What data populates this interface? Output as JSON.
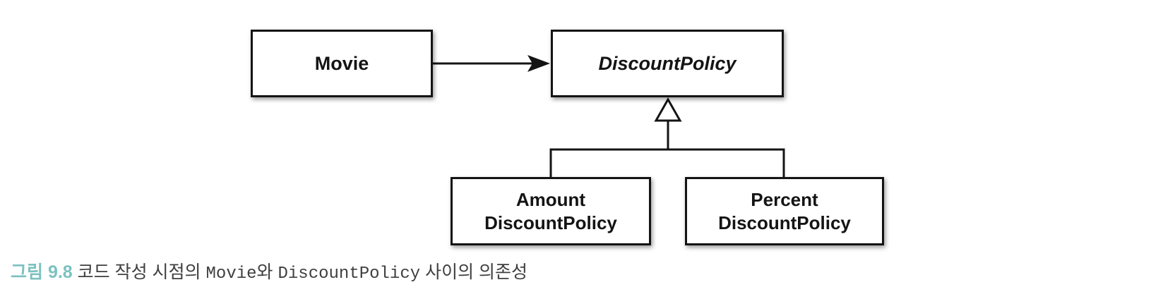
{
  "figure": {
    "background_color": "#ffffff",
    "line_color": "#141414",
    "accent_color": "#7cc1c0"
  },
  "diagram": {
    "type": "uml-class-diagram",
    "nodes": {
      "movie": {
        "label": "Movie"
      },
      "discount_policy": {
        "label": "DiscountPolicy"
      },
      "amount_discount_policy": {
        "line1": "Amount",
        "line2": "DiscountPolicy"
      },
      "percent_discount_policy": {
        "line1": "Percent",
        "line2": "DiscountPolicy"
      }
    },
    "edges": {
      "association": "Movie -> DiscountPolicy",
      "generalization_left": "AmountDiscountPolicy -> DiscountPolicy",
      "generalization_right": "PercentDiscountPolicy -> DiscountPolicy"
    }
  },
  "caption": {
    "figure_label": "그림 9.8",
    "part1": "코드 작성 시점의",
    "code1": "Movie",
    "part2": "와",
    "code2": "DiscountPolicy",
    "part3": "사이의 의존성"
  }
}
